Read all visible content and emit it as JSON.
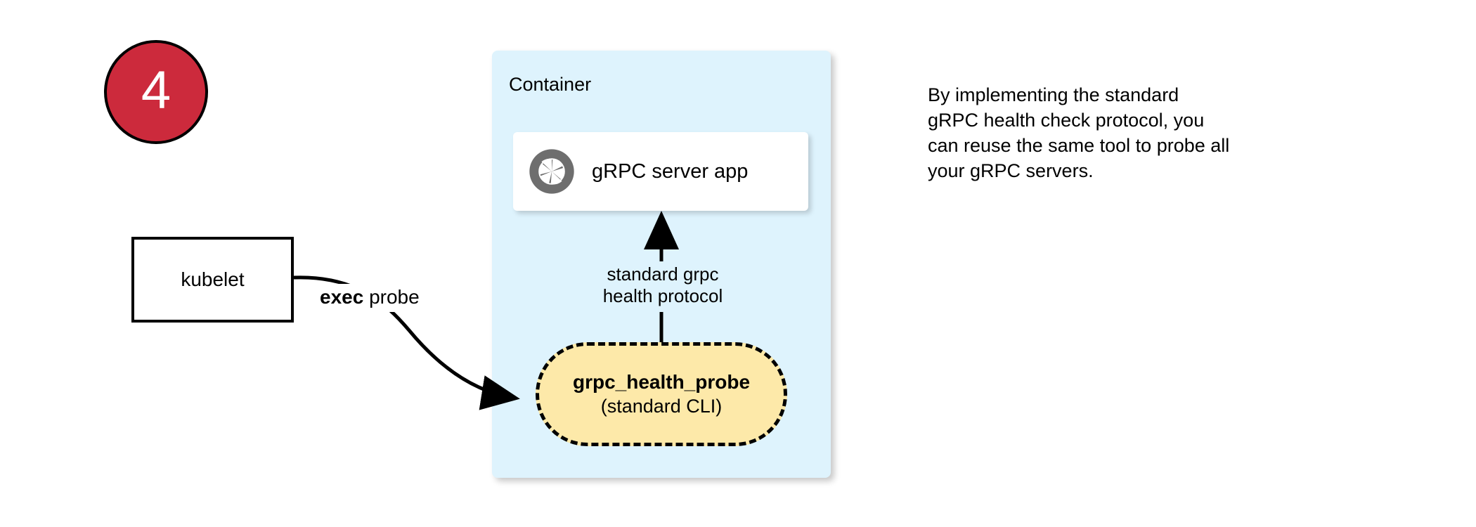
{
  "diagram": {
    "step_badge": {
      "number": "4"
    },
    "container": {
      "label": "Container",
      "bg_color": "#def3fd",
      "server_card": {
        "label": "gRPC server app",
        "icon": "aperture-icon",
        "icon_color": "#6e6e6e",
        "bg_color": "#ffffff"
      },
      "probe_node": {
        "title": "grpc_health_probe",
        "subtitle": "(standard CLI)",
        "bg_color": "#fde9a9",
        "border_style": "dashed"
      },
      "internal_edge": {
        "label_line1": "standard grpc",
        "label_line2": "health protocol",
        "direction": "up"
      }
    },
    "kubelet": {
      "label": "kubelet",
      "border_color": "#000000"
    },
    "exec_edge": {
      "label_bold": "exec",
      "label_rest": " probe"
    },
    "side_note": {
      "line1": "By implementing the standard",
      "line2": "gRPC health check protocol, you",
      "line3": "can reuse the same tool to probe all",
      "line4": "your gRPC servers."
    },
    "colors": {
      "badge_red": "#cc2a3c",
      "container_blue": "#def3fd",
      "probe_yellow": "#fde9a9",
      "icon_gray": "#6e6e6e",
      "stroke_black": "#000000"
    }
  }
}
